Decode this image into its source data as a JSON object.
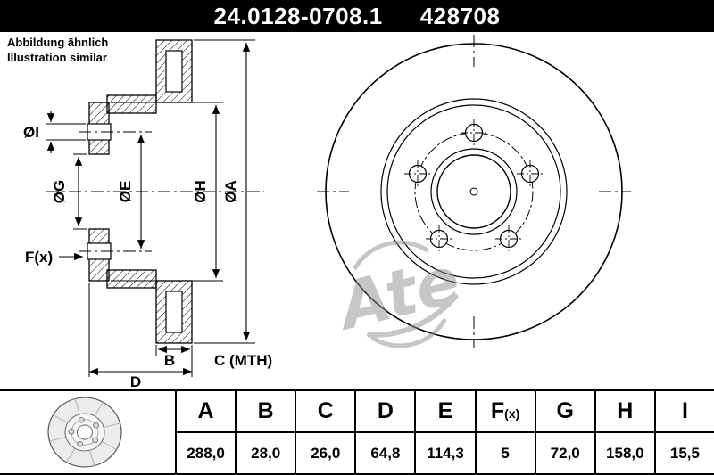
{
  "header": {
    "part_number": "24.0128-0708.1",
    "ref_number": "428708"
  },
  "disclaimer": {
    "line1": "Abbildung ähnlich",
    "line2": "Illustration similar"
  },
  "watermark": {
    "text": "Ate"
  },
  "drawing": {
    "dims": {
      "i": "ØI",
      "g": "ØG",
      "e": "ØE",
      "h": "ØH",
      "a": "ØA",
      "f": "F(x)",
      "b": "B",
      "c": "C (MTH)",
      "d": "D"
    }
  },
  "colors": {
    "header_bg": "#000000",
    "line": "#000000",
    "watermark": "#8f8f8f"
  },
  "table": {
    "columns": [
      {
        "label": "A",
        "sub": "",
        "value": "288,0"
      },
      {
        "label": "B",
        "sub": "",
        "value": "28,0"
      },
      {
        "label": "C",
        "sub": "",
        "value": "26,0"
      },
      {
        "label": "D",
        "sub": "",
        "value": "64,8"
      },
      {
        "label": "E",
        "sub": "",
        "value": "114,3"
      },
      {
        "label": "F",
        "sub": "(x)",
        "value": "5"
      },
      {
        "label": "G",
        "sub": "",
        "value": "72,0"
      },
      {
        "label": "H",
        "sub": "",
        "value": "158,0"
      },
      {
        "label": "I",
        "sub": "",
        "value": "15,5"
      }
    ]
  }
}
